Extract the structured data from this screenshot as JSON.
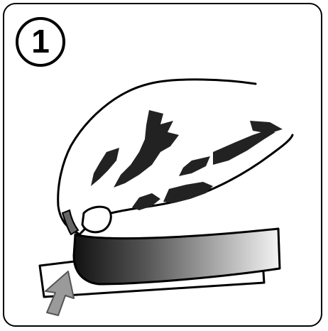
{
  "step": {
    "number": "1"
  },
  "colors": {
    "outline": "#000000",
    "background": "#ffffff",
    "tape_dark": "#1a1a1a",
    "tape_light": "#f2f2f2",
    "arrow": "#9a9a9a",
    "skin_shading": "#2b2b2b"
  },
  "icons": [
    "hand-illustration",
    "adhesive-strip",
    "backing-paper",
    "peel-arrow-icon"
  ]
}
